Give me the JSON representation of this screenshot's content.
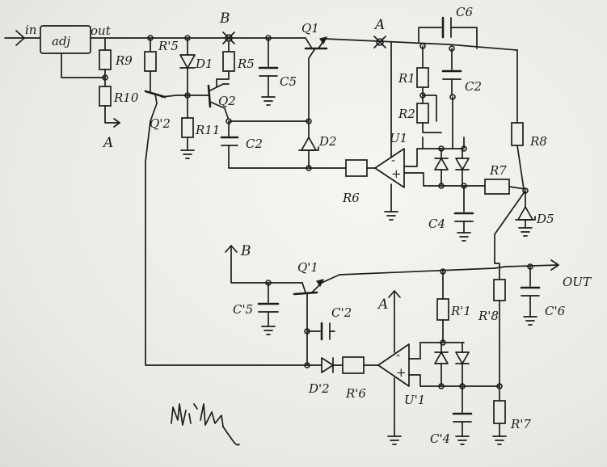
{
  "labels": {
    "in": "in",
    "adj_box": "adj",
    "out_reg": "out",
    "R9": "R9",
    "R10": "R10",
    "A_top": "A",
    "A_tap": "A",
    "B_top": "B",
    "R5p": "R'5",
    "D1": "D1",
    "R5": "R5",
    "Q2p_top": "Q'2",
    "Q2": "Q2",
    "R11": "R11",
    "C2_left": "C2",
    "C5": "C5",
    "Q1": "Q1",
    "D2": "D2",
    "C6": "C6",
    "R1": "R1",
    "R2": "R2",
    "C2": "C2",
    "U1": "U1",
    "R6": "R6",
    "R8": "R8",
    "R7": "R7",
    "C4": "C4",
    "D5": "D5",
    "B_bot": "B",
    "Q1p": "Q'1",
    "C5p": "C'5",
    "C2p": "C'2",
    "A_bot": "A",
    "R1p": "R'1",
    "R8p": "R'8",
    "C6p": "C'6",
    "OUT": "OUT",
    "D2p": "D'2",
    "R6p": "R'6",
    "U1p": "U'1",
    "C4p": "C'4",
    "R7p": "R'7",
    "opamp_minus": "-",
    "opamp_plus": "+",
    "opamp2_minus": "-",
    "opamp2_plus": "+"
  }
}
